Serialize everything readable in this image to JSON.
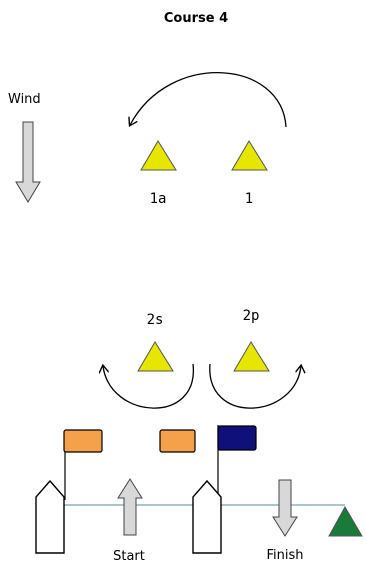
{
  "title": "Course 4",
  "wind_label": "Wind",
  "marks": {
    "m1a": "1a",
    "m1": "1",
    "m2s": "2s",
    "m2p": "2p"
  },
  "start_label": "Start",
  "finish_label": "Finish",
  "colors": {
    "mark_yellow": "#e6e600",
    "finish_green": "#1a7a3a",
    "flag_orange": "#f5a04a",
    "flag_blue": "#10107a",
    "line_blue": "#a9c4d6",
    "arrow_gray": "#d8d8d8"
  }
}
